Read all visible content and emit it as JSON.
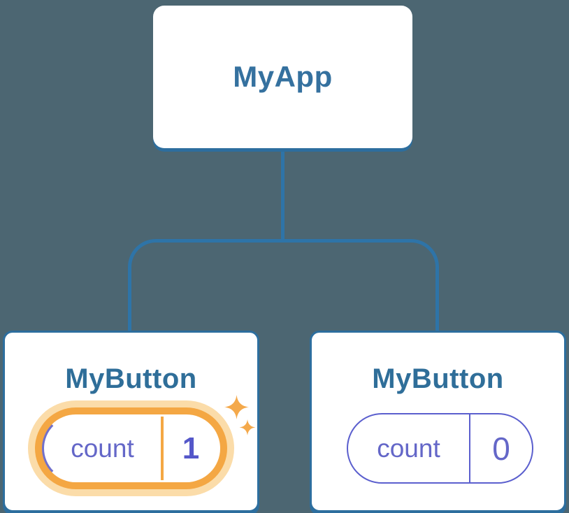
{
  "tree": {
    "root": {
      "label": "MyApp"
    },
    "children": [
      {
        "label": "MyButton",
        "state_key": "count",
        "state_value": "1",
        "highlighted": true
      },
      {
        "label": "MyButton",
        "state_key": "count",
        "state_value": "0",
        "highlighted": false
      }
    ]
  },
  "icons": {
    "sparkle_large": "sparkle-icon",
    "sparkle_small": "sparkle-icon"
  },
  "colors": {
    "background": "#4C6672",
    "connector_blue": "#2E74A8",
    "card_border_blue": "#2D6E9E",
    "title_blue": "#2F6E99",
    "root_title_blue": "#35719F",
    "state_purple": "#6467C8",
    "state_value_purple": "#5457C9",
    "pill_border_purple": "#5B5FCE",
    "highlight_orange": "#F4A743",
    "highlight_glow": "#FBDCA9",
    "sparkle_orange": "#F4A94B",
    "node_background": "#ffffff"
  }
}
